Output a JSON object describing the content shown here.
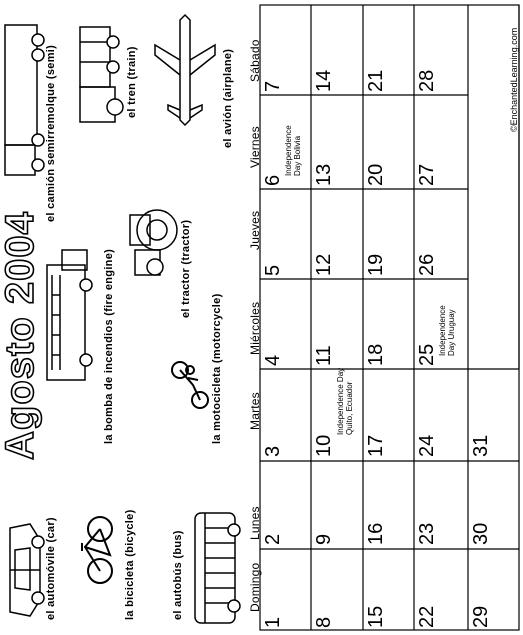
{
  "title": "Agosto 2004",
  "credit": "©EnchantedLearning.com",
  "day_headers": [
    "Domingo",
    "Lunes",
    "Martes",
    "Miércoles",
    "Jueves",
    "Viernes",
    "Sábado"
  ],
  "days": {
    "row1": [
      "1",
      "2",
      "3",
      "4",
      "5",
      "6",
      "7"
    ],
    "row2": [
      "8",
      "9",
      "10",
      "11",
      "12",
      "13",
      "14"
    ],
    "row3": [
      "15",
      "16",
      "17",
      "18",
      "19",
      "20",
      "21"
    ],
    "row4": [
      "22",
      "23",
      "24",
      "25",
      "26",
      "27",
      "28"
    ],
    "row5": [
      "29",
      "30",
      "31"
    ]
  },
  "holidays": {
    "bolivia": [
      "Independence",
      "Day Bolivia"
    ],
    "ecuador": [
      "Independence Day",
      "Quito, Ecuador"
    ],
    "uruguay": [
      "Independence",
      "Day Uruguay"
    ]
  },
  "captions": {
    "car": "el automóvile (car)",
    "bicycle": "la bicicleta (bicycle)",
    "bus": "el autobús (bus)",
    "fire_engine": "la bomba de incendios (fire engine)",
    "motorcycle": "la motocicleta (motorcycle)",
    "tractor": "el tractor (tractor)",
    "semi": "el camión semirremolque (semi)",
    "train": "el tren (train)",
    "airplane": "el avión  (airplane)"
  },
  "icons": [
    "car-icon",
    "bicycle-icon",
    "bus-icon",
    "fire-engine-icon",
    "motorcycle-icon",
    "tractor-icon",
    "semi-truck-icon",
    "train-icon",
    "airplane-icon"
  ]
}
